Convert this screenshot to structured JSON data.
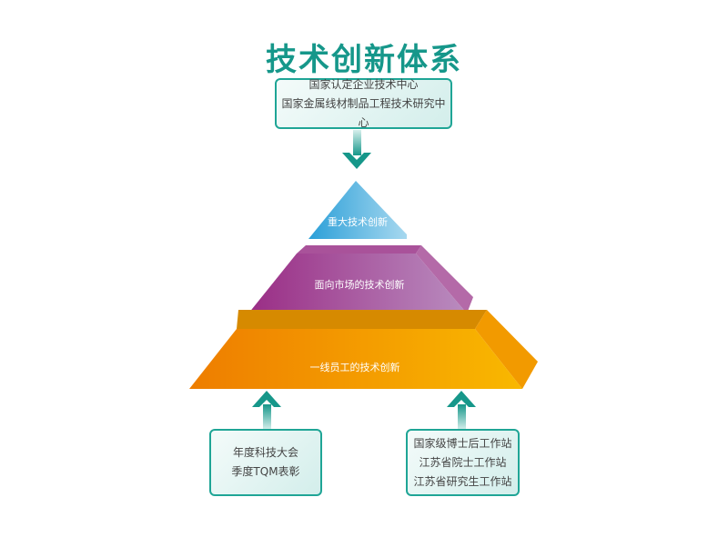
{
  "title": "技术创新体系",
  "top_box": {
    "lines": [
      "国家认定企业技术中心",
      "国家金属线材制品工程技术研究中心"
    ]
  },
  "pyramid": [
    {
      "label": "重大技术创新",
      "color": "#3aa7dc"
    },
    {
      "label": "面向市场的技术创新",
      "color": "#a3428f"
    },
    {
      "label": "一线员工的技术创新",
      "color": "#f29200"
    }
  ],
  "bottom_left_box": {
    "lines": [
      "年度科技大会",
      "季度TQM表彰"
    ]
  },
  "bottom_right_box": {
    "lines": [
      "国家级博士后工作站",
      "江苏省院士工作站",
      "江苏省研究生工作站"
    ]
  },
  "colors": {
    "accent": "#16978a"
  }
}
